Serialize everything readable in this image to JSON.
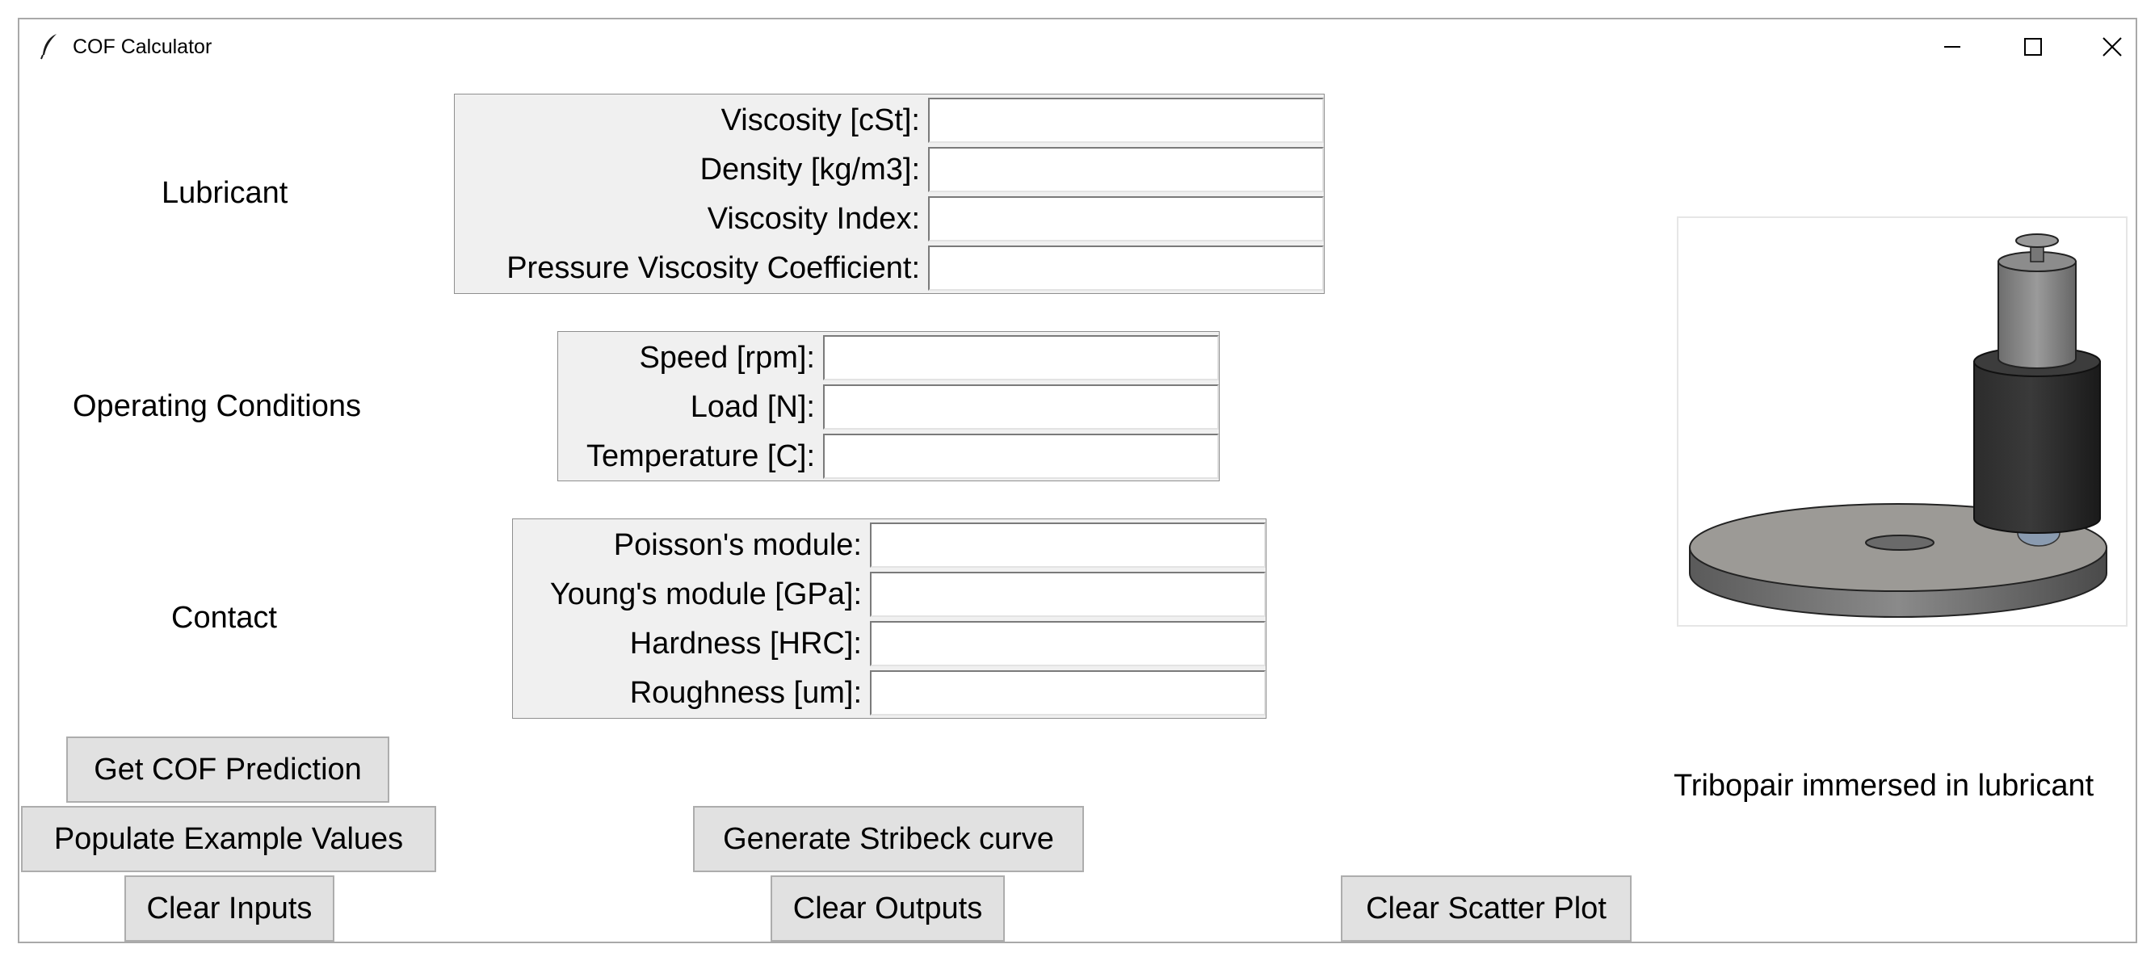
{
  "window": {
    "title": "COF Calculator"
  },
  "controls": {
    "minimize_icon": "minimize-icon",
    "maximize_icon": "maximize-icon",
    "close_icon": "close-icon"
  },
  "sections": {
    "lubricant": {
      "label": "Lubricant",
      "fields": [
        {
          "label": "Viscosity [cSt]:",
          "value": ""
        },
        {
          "label": "Density [kg/m3]:",
          "value": ""
        },
        {
          "label": "Viscosity Index:",
          "value": ""
        },
        {
          "label": "Pressure Viscosity Coefficient:",
          "value": ""
        }
      ]
    },
    "operating": {
      "label": "Operating Conditions",
      "fields": [
        {
          "label": "Speed [rpm]:",
          "value": ""
        },
        {
          "label": "Load [N]:",
          "value": ""
        },
        {
          "label": "Temperature [C]:",
          "value": ""
        }
      ]
    },
    "contact": {
      "label": "Contact",
      "fields": [
        {
          "label": "Poisson's module:",
          "value": ""
        },
        {
          "label": "Young's module [GPa]:",
          "value": ""
        },
        {
          "label": "Hardness [HRC]:",
          "value": ""
        },
        {
          "label": "Roughness [um]:",
          "value": ""
        }
      ]
    }
  },
  "buttons": {
    "get_cof": "Get COF Prediction",
    "populate": "Populate Example Values",
    "stribeck": "Generate Stribeck curve",
    "clear_inputs": "Clear Inputs",
    "clear_outputs": "Clear Outputs",
    "clear_scatter": "Clear Scatter Plot"
  },
  "image": {
    "caption": "Tribopair immersed in lubricant"
  }
}
